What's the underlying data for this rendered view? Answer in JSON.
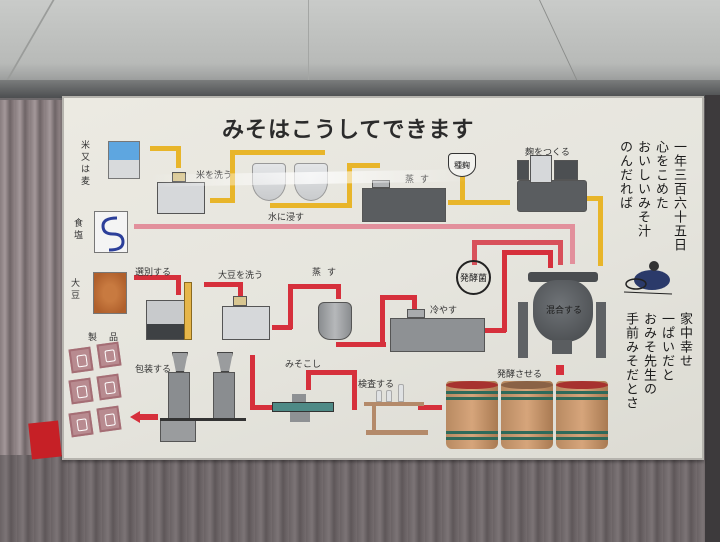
{
  "poster": {
    "title": "みそはこうしてできます",
    "ingredients": {
      "rice_or_barley": "米又は麦",
      "salt": "食塩",
      "soybean": "大豆",
      "product": "製品"
    },
    "steps": {
      "wash_rice": "米を洗う",
      "soak": "水に浸す",
      "steam_rice": "蒸す",
      "seed_koji": "種麹",
      "make_koji": "麹をつくる",
      "sort": "選別する",
      "wash_soybean": "大豆を洗う",
      "steam_soybean": "蒸す",
      "cool": "冷やす",
      "ferment_starter": "発酵菌",
      "mix": "混合する",
      "ferment": "発酵させる",
      "inspect": "検査する",
      "strain": "みそこし",
      "package": "包装する"
    },
    "poem_right": {
      "col1": "一年三百六十五日",
      "col2": "心をこめた",
      "col3": "おいしいみそ汁",
      "col4": "のんだれば"
    },
    "poem_bottom": {
      "col1": "家中幸せ",
      "col2": "一ぱいだと",
      "col3": "おみそ先生の",
      "col4": "手前みそだとさ"
    },
    "colors": {
      "poster_bg": "#e8e7e0",
      "koji_line": "#e8b52a",
      "soybean_line": "#d6303c",
      "salt_line": "#e2909c",
      "barrel_band": "#2f6a5a"
    }
  }
}
